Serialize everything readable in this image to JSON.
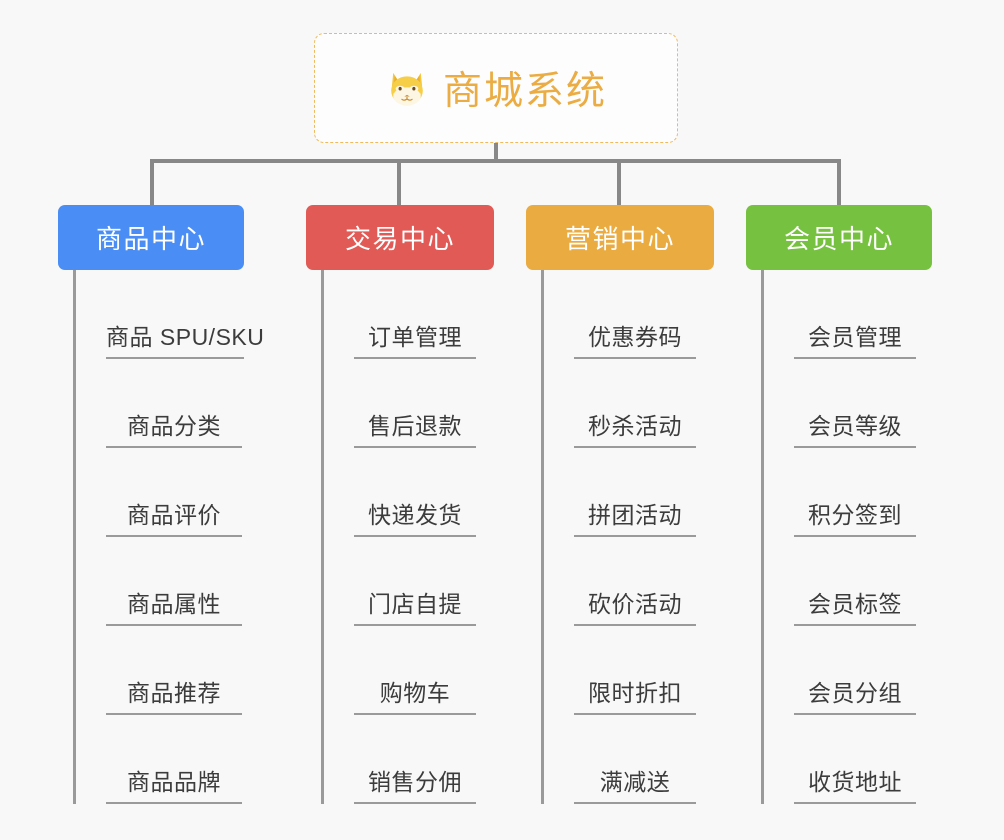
{
  "diagram": {
    "type": "mindmap-org-chart",
    "background_color": "#f8f8f8",
    "connector_color": "#9a9a9a",
    "root": {
      "title": "商城系统",
      "icon": "dog-face-emoji",
      "icon_glyph": "🐶",
      "text_color": "#eaac43",
      "border_color": "#f0b95a",
      "border_style": "dashed",
      "background_color": "#fdfdfd"
    },
    "branches": [
      {
        "label": "商品中心",
        "color": "#4a8ef5",
        "items": [
          "商品 SPU/SKU",
          "商品分类",
          "商品评价",
          "商品属性",
          "商品推荐",
          "商品品牌"
        ]
      },
      {
        "label": "交易中心",
        "color": "#e15a56",
        "items": [
          "订单管理",
          "售后退款",
          "快递发货",
          "门店自提",
          "购物车",
          "销售分佣"
        ]
      },
      {
        "label": "营销中心",
        "color": "#eaab40",
        "items": [
          "优惠券码",
          "秒杀活动",
          "拼团活动",
          "砍价活动",
          "限时折扣",
          "满减送"
        ]
      },
      {
        "label": "会员中心",
        "color": "#76c13f",
        "items": [
          "会员管理",
          "会员等级",
          "积分签到",
          "会员标签",
          "会员分组",
          "收货地址"
        ]
      }
    ]
  }
}
